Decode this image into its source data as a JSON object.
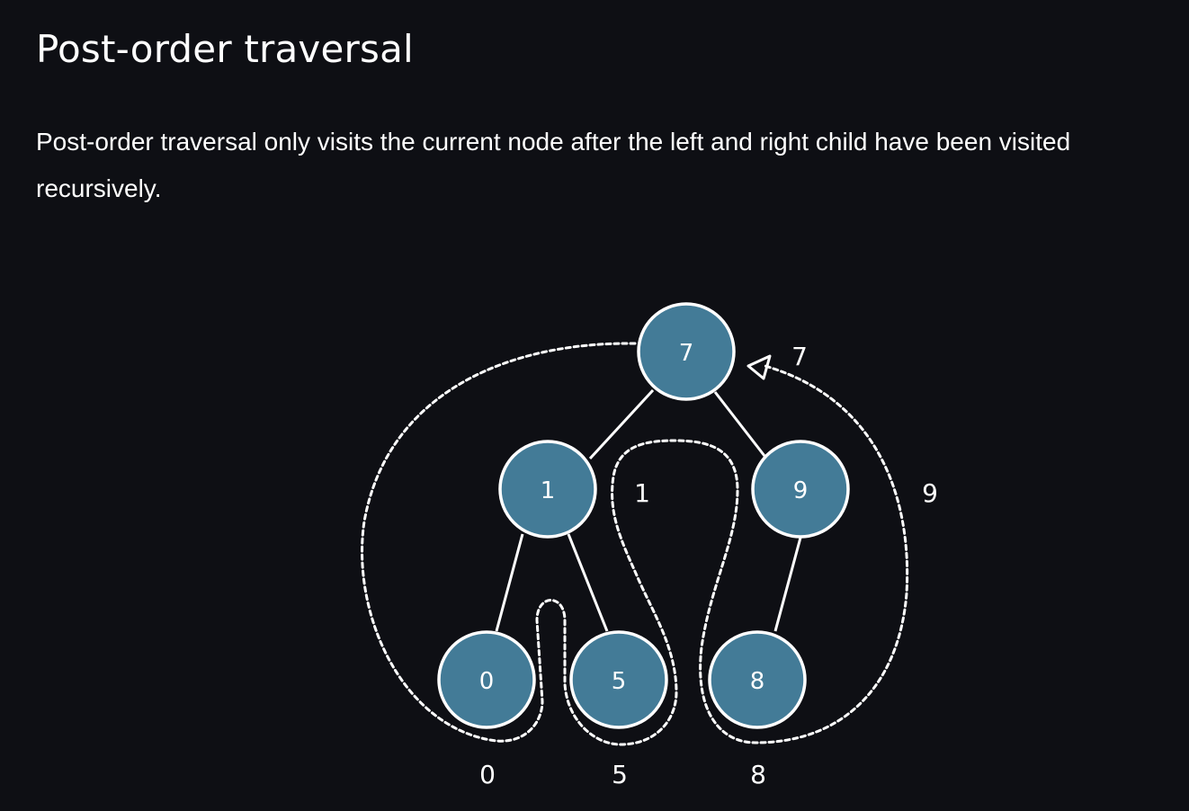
{
  "heading": "Post-order traversal",
  "description": "Post-order traversal only visits the current node after the left and right child have been visited recursively.",
  "tree": {
    "nodes": [
      {
        "id": "n7",
        "label": "7"
      },
      {
        "id": "n1",
        "label": "1"
      },
      {
        "id": "n9",
        "label": "9"
      },
      {
        "id": "n0",
        "label": "0"
      },
      {
        "id": "n5",
        "label": "5"
      },
      {
        "id": "n8",
        "label": "8"
      }
    ],
    "edges": [
      {
        "from": "7",
        "to": "1"
      },
      {
        "from": "7",
        "to": "9"
      },
      {
        "from": "1",
        "to": "0"
      },
      {
        "from": "1",
        "to": "5"
      },
      {
        "from": "9",
        "to": "8"
      }
    ],
    "visit_order": [
      "0",
      "5",
      "1",
      "8",
      "9",
      "7"
    ],
    "visit_labels": {
      "v0": "0",
      "v5": "5",
      "v8": "8",
      "v1": "1",
      "v9": "9",
      "v7": "7"
    },
    "colors": {
      "node_fill": "#437b97",
      "node_stroke": "#ffffff",
      "background": "#0e0f14"
    }
  }
}
